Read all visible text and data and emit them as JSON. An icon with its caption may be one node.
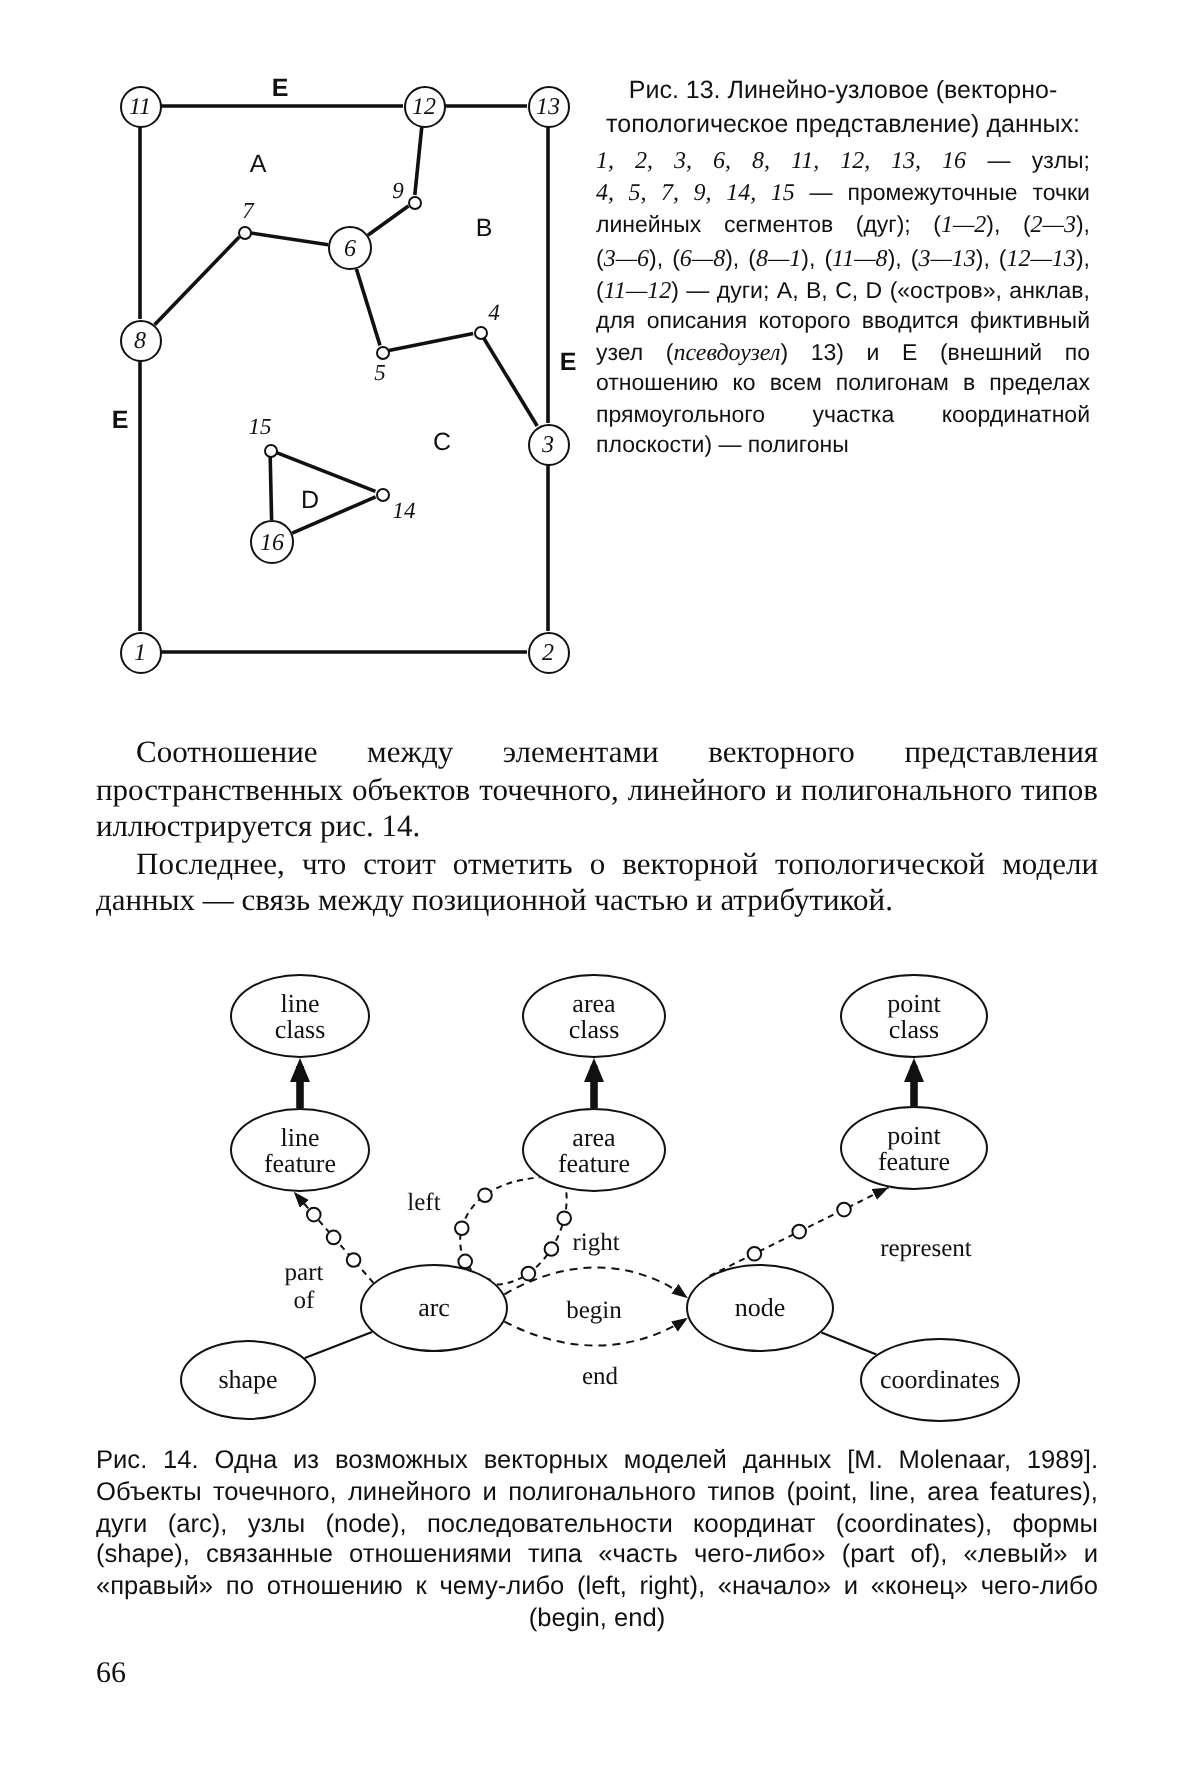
{
  "diagram": {
    "nodes": [
      {
        "text": [
          "11"
        ]
      },
      {
        "text": [
          "12"
        ]
      },
      {
        "text": [
          "13"
        ]
      },
      {
        "text": [],
        "shape": "circle",
        "beside": [
          "9"
        ]
      },
      {
        "text": [],
        "shape": "circle",
        "beside": [
          "7"
        ]
      },
      {
        "text": [
          "6"
        ]
      },
      {
        "text": [],
        "shape": "circle",
        "beside": [
          "4"
        ]
      },
      {
        "text": [
          "8"
        ]
      },
      {
        "text": [],
        "shape": "circle",
        "beside": [
          "5"
        ]
      },
      {
        "text": [
          "3"
        ]
      },
      {
        "text": [],
        "shape": "circle",
        "beside": [
          "15"
        ]
      },
      {
        "text": [],
        "shape": "circle",
        "beside": [
          "14"
        ]
      },
      {
        "text": [
          "16"
        ]
      },
      {
        "text": [
          "1"
        ]
      },
      {
        "text": [
          "2"
        ]
      },
      {
        "text": [
          "line class"
        ]
      },
      {
        "text": [
          "area class"
        ]
      },
      {
        "text": [
          "point class"
        ]
      },
      {
        "text": [
          "line feature"
        ]
      },
      {
        "text": [
          "area feature"
        ]
      },
      {
        "text": [
          "point feature"
        ]
      },
      {
        "text": [
          "arc"
        ]
      },
      {
        "text": [
          "node"
        ]
      },
      {
        "text": [
          "shape"
        ]
      },
      {
        "text": [
          "coordinates"
        ]
      }
    ],
    "edges": [
      {
        "from": 0,
        "to": 1,
        "arrow": "none"
      },
      {
        "from": 1,
        "to": 2,
        "arrow": "none"
      },
      {
        "from": 2,
        "to": 9,
        "arrow": "none"
      },
      {
        "from": 9,
        "to": 14,
        "arrow": "none"
      },
      {
        "from": 14,
        "to": 13,
        "arrow": "none"
      },
      {
        "from": 13,
        "to": 7,
        "arrow": "none"
      },
      {
        "from": 7,
        "to": 0,
        "arrow": "none"
      },
      {
        "from": 7,
        "to": 4,
        "arrow": "none"
      },
      {
        "from": 4,
        "to": 5,
        "arrow": "none"
      },
      {
        "from": 5,
        "to": 3,
        "arrow": "none"
      },
      {
        "from": 3,
        "to": 1,
        "arrow": "none"
      },
      {
        "from": 5,
        "to": 8,
        "arrow": "none"
      },
      {
        "from": 8,
        "to": 6,
        "arrow": "none"
      },
      {
        "from": 6,
        "to": 9,
        "arrow": "none"
      },
      {
        "from": 12,
        "to": 10,
        "arrow": "none"
      },
      {
        "from": 10,
        "to": 11,
        "arrow": "none"
      },
      {
        "from": 11,
        "to": 12,
        "arrow": "none"
      },
      {
        "from": 18,
        "to": 15,
        "arrow": "to",
        "style": "thick"
      },
      {
        "from": 19,
        "to": 16,
        "arrow": "to",
        "style": "thick"
      },
      {
        "from": 20,
        "to": 17,
        "arrow": "to",
        "style": "thick"
      },
      {
        "from": 21,
        "to": 18,
        "arrow": "to",
        "label": "part of",
        "style": "dashed"
      },
      {
        "from": 21,
        "to": 19,
        "arrow": "none",
        "label": "left",
        "style": "dashed"
      },
      {
        "from": 21,
        "to": 19,
        "arrow": "none",
        "label": "right",
        "style": "dashed"
      },
      {
        "from": 21,
        "to": 22,
        "arrow": "to",
        "label": "begin",
        "style": "dashed"
      },
      {
        "from": 21,
        "to": 22,
        "arrow": "to",
        "label": "end",
        "style": "dashed"
      },
      {
        "from": 22,
        "to": 20,
        "arrow": "to",
        "label": "represent",
        "style": "dashed"
      },
      {
        "from": 21,
        "to": 23,
        "arrow": "none"
      },
      {
        "from": 22,
        "to": 24,
        "arrow": "none"
      }
    ],
    "labels": [
      "E",
      "A",
      "B",
      "E",
      "E",
      "C",
      "D",
      "Рис. 13. Линейно-узловое (векторно-топологическое представление) данных:",
      "*1, 2, 3, 6, 8, 11, 12, 13, 16* — узлы; *4, 5, 7, 9, 14, 15* — промежуточные точки линейных сегментов (дуг); (*1—2*), (*2—3*), (*3—6*), (*6—8*), (*8—1*), (*11—8*), (*3—13*), (*12—13*), (*11—12*) — дуги; A, B, C, D («остров», анклав, для описания которого вводится фиктивный узел (*псевдоузел*) 13) и E (внешний по отношению ко всем полигонам в пределах прямоугольного участка координатной плоскости) — полигоны",
      "Соотношение между элементами векторного представления пространственных объектов точечного, линейного и полигонального типов иллюстрируется рис. 14.",
      "Последнее, что стоит отметить о векторной топологической модели данных — связь между позиционной частью и атрибутикой.",
      "Рис. 14. Одна из возможных векторных моделей данных [M. Molenaar, 1989]. Объекты точечного, линейного и полигонального типов (point, line, area features), дуги (arc), узлы (node), последовательности координат (coordinates), формы (shape), связанные отношениями типа «часть чего-либо» (part of), «левый» и «правый» по отношению к чему-либо (left, right), «начало» и «конец» чего-либо (begin, end)",
      "66"
    ]
  }
}
